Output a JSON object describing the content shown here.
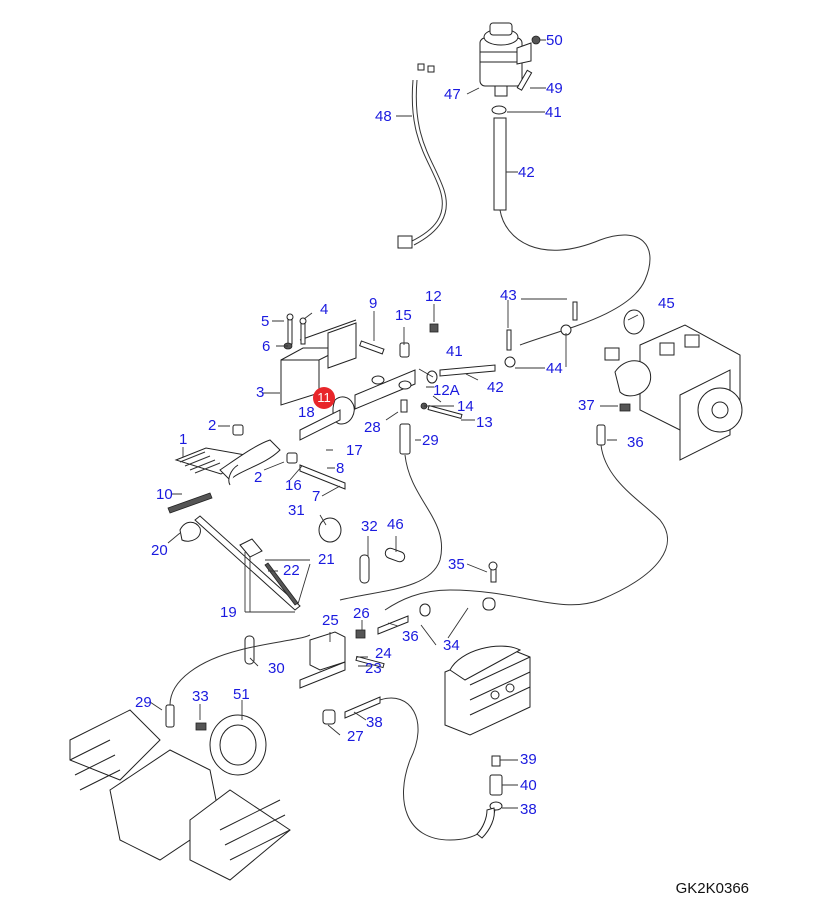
{
  "diagram": {
    "drawing_code": "GK2K0366",
    "highlighted_callout": "11",
    "label_color": "#1a1adf",
    "highlight_color": "#e8262a",
    "callouts": [
      {
        "id": "c50",
        "text": "50"
      },
      {
        "id": "c49",
        "text": "49"
      },
      {
        "id": "c47",
        "text": "47"
      },
      {
        "id": "c41a",
        "text": "41"
      },
      {
        "id": "c48",
        "text": "48"
      },
      {
        "id": "c42a",
        "text": "42"
      },
      {
        "id": "c5",
        "text": "5"
      },
      {
        "id": "c4",
        "text": "4"
      },
      {
        "id": "c9",
        "text": "9"
      },
      {
        "id": "c12",
        "text": "12"
      },
      {
        "id": "c15",
        "text": "15"
      },
      {
        "id": "c43",
        "text": "43"
      },
      {
        "id": "c45",
        "text": "45"
      },
      {
        "id": "c6",
        "text": "6"
      },
      {
        "id": "c41b",
        "text": "41"
      },
      {
        "id": "c3",
        "text": "3"
      },
      {
        "id": "c12a",
        "text": "12A"
      },
      {
        "id": "c42b",
        "text": "42"
      },
      {
        "id": "c44",
        "text": "44"
      },
      {
        "id": "c18",
        "text": "18"
      },
      {
        "id": "c14",
        "text": "14"
      },
      {
        "id": "c37",
        "text": "37"
      },
      {
        "id": "c2a",
        "text": "2"
      },
      {
        "id": "c28",
        "text": "28"
      },
      {
        "id": "c13",
        "text": "13"
      },
      {
        "id": "c29a",
        "text": "29"
      },
      {
        "id": "c36a",
        "text": "36"
      },
      {
        "id": "c1",
        "text": "1"
      },
      {
        "id": "c17",
        "text": "17"
      },
      {
        "id": "c2b",
        "text": "2"
      },
      {
        "id": "c8",
        "text": "8"
      },
      {
        "id": "c16",
        "text": "16"
      },
      {
        "id": "c7",
        "text": "7"
      },
      {
        "id": "c10",
        "text": "10"
      },
      {
        "id": "c31",
        "text": "31"
      },
      {
        "id": "c32",
        "text": "32"
      },
      {
        "id": "c46",
        "text": "46"
      },
      {
        "id": "c20",
        "text": "20"
      },
      {
        "id": "c21",
        "text": "21"
      },
      {
        "id": "c22",
        "text": "22"
      },
      {
        "id": "c35",
        "text": "35"
      },
      {
        "id": "c19",
        "text": "19"
      },
      {
        "id": "c25",
        "text": "25"
      },
      {
        "id": "c26",
        "text": "26"
      },
      {
        "id": "c36b",
        "text": "36"
      },
      {
        "id": "c34",
        "text": "34"
      },
      {
        "id": "c24",
        "text": "24"
      },
      {
        "id": "c30",
        "text": "30"
      },
      {
        "id": "c23",
        "text": "23"
      },
      {
        "id": "c51",
        "text": "51"
      },
      {
        "id": "c29b",
        "text": "29"
      },
      {
        "id": "c33",
        "text": "33"
      },
      {
        "id": "c38a",
        "text": "38"
      },
      {
        "id": "c27",
        "text": "27"
      },
      {
        "id": "c39",
        "text": "39"
      },
      {
        "id": "c40",
        "text": "40"
      },
      {
        "id": "c38b",
        "text": "38"
      }
    ]
  }
}
